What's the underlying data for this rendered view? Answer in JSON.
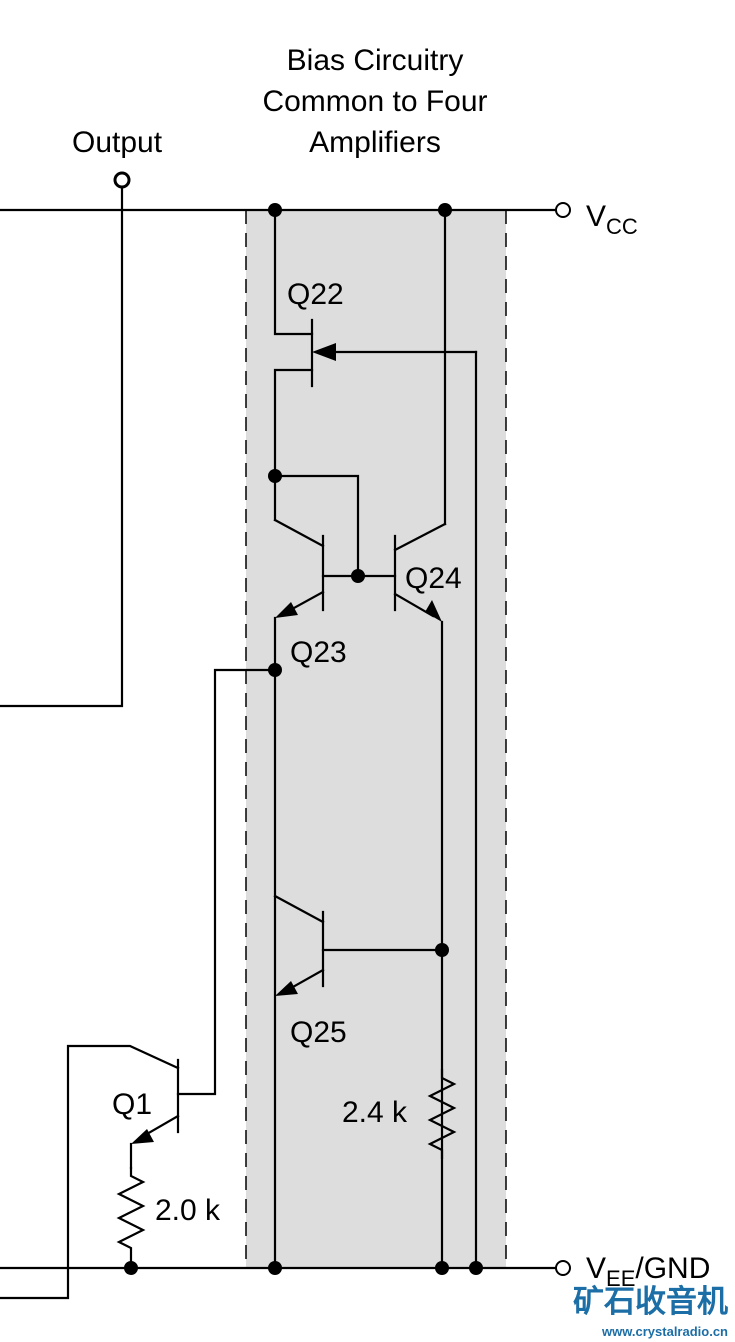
{
  "header": {
    "bias_title_line1": "Bias Circuitry",
    "bias_title_line2": "Common to Four",
    "bias_title_line3": "Amplifiers"
  },
  "labels": {
    "output": "Output",
    "vcc_main": "V",
    "vcc_sub": "CC",
    "vee_main": "V",
    "vee_sub": "EE",
    "vee_suffix": "/GND",
    "q22": "Q22",
    "q23": "Q23",
    "q24": "Q24",
    "q25": "Q25",
    "q1": "Q1",
    "r_bias": "2.4 k",
    "r_q1": "2.0 k"
  },
  "watermark": {
    "logo_text": "矿石收音机",
    "url": "www.crystalradio.cn"
  },
  "colors": {
    "bias_region": "#dddddd",
    "wire": "#000000",
    "watermark": "#1c6ea6"
  }
}
